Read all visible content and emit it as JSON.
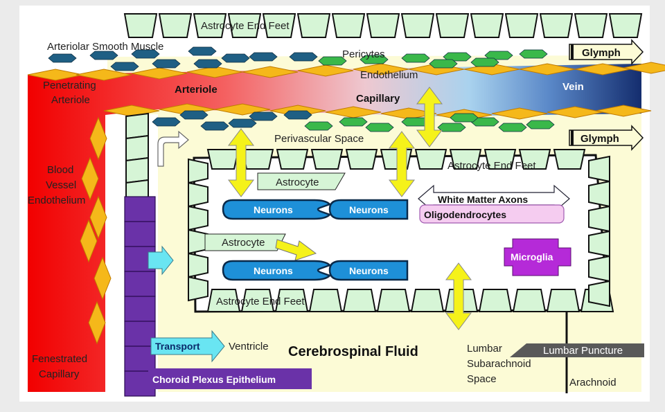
{
  "labels": {
    "astro_top": "Astrocyte End Feet",
    "arteriolar_sm": "Arteriolar Smooth Muscle",
    "pericytes": "Pericytes",
    "glymph_top": "Glymph",
    "endothelium": "Endothelium",
    "penetrating_1": "Penetrating",
    "penetrating_2": "Arteriole",
    "arteriole": "Arteriole",
    "capillary": "Capillary",
    "vein": "Vein",
    "perivascular": "Perivascular Space",
    "glymph_mid": "Glymph",
    "astro_inner": "Astrocyte End Feet",
    "blood_1": "Blood",
    "blood_2": "Vessel",
    "blood_3": "Endothelium",
    "astrocyte_1": "Astrocyte",
    "neurons_1": "Neurons",
    "neurons_2": "Neurons",
    "wm_axons": "White Matter Axons",
    "oligo": "Oligodendrocytes",
    "astrocyte_2": "Astrocyte",
    "microglia": "Microglia",
    "neurons_3": "Neurons",
    "neurons_4": "Neurons",
    "astro_bottom": "Astrocyte End Feet",
    "transport": "Transport",
    "ventricle": "Ventricle",
    "csf": "Cerebrospinal Fluid",
    "lumbar_1": "Lumbar",
    "lumbar_2": "Subarachnoid",
    "lumbar_3": "Space",
    "lumbar_puncture": "Lumbar Puncture",
    "fenestrated_1": "Fenestrated",
    "fenestrated_2": "Capillary",
    "choroid": "Choroid Plexus Epithelium",
    "arachnoid": "Arachnoid"
  },
  "colors": {
    "csf_bg": "#fcfbd6",
    "end_feet": "#d6f5d6",
    "smooth_muscle": "#1f5f84",
    "pericyte": "#3ab84a",
    "endothelium": "#f5b81a",
    "arrow_yellow": "#f5f21a",
    "neuron": "#1e90d8",
    "choroid": "#6a32a8",
    "microglia": "#b52ad8",
    "oligo": "#f5ccf0",
    "transport": "#69e5f2"
  }
}
